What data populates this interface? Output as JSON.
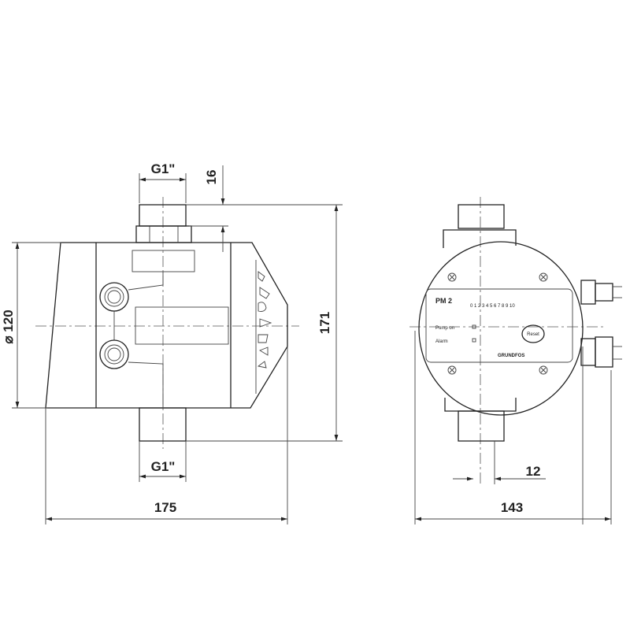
{
  "side_view": {
    "dim_inlet": "G1\"",
    "dim_outlet": "G1\"",
    "dim_thread": "16",
    "dim_height": "171",
    "dim_diameter": "⌀ 120",
    "dim_length": "175"
  },
  "front_view": {
    "model": "PM 2",
    "scale": "0 1 2 3 4 5 6 7 8 9 10",
    "label_pump_on": "Pump on",
    "label_alarm": "Alarm",
    "reset_button": "Reset",
    "brand": "GRUNDFOS",
    "dim_offset": "12",
    "dim_width": "143"
  }
}
